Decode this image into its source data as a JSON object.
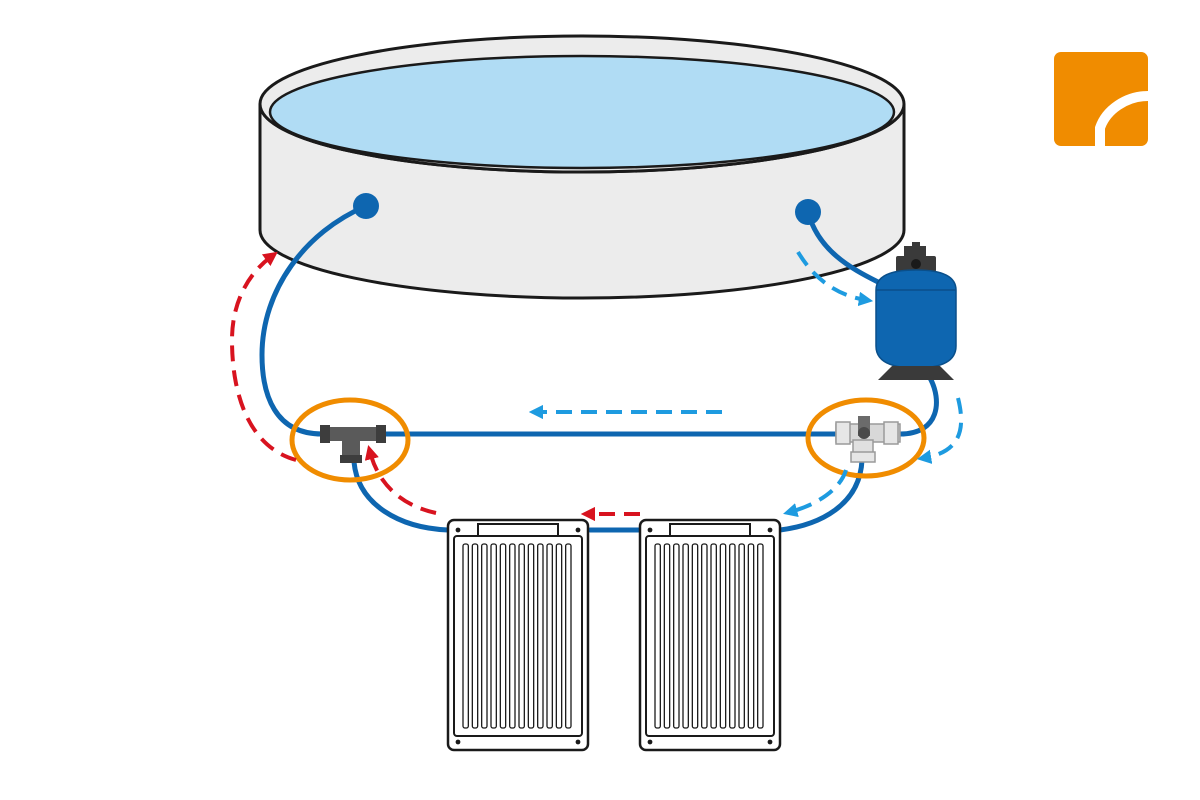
{
  "diagram": {
    "kind": "above-ground pool solar heating circuit",
    "text": [],
    "components": [
      {
        "id": "pool",
        "icon": "round-pool-icon"
      },
      {
        "id": "pool-outlet",
        "icon": "pipe-port-icon"
      },
      {
        "id": "pool-return",
        "icon": "pipe-port-icon"
      },
      {
        "id": "sand-filter",
        "icon": "filter-tank-icon"
      },
      {
        "id": "bypass-valve",
        "icon": "three-way-valve-icon"
      },
      {
        "id": "tee-fitting",
        "icon": "tee-connector-icon"
      },
      {
        "id": "solar-collector-1",
        "icon": "solar-panel-icon"
      },
      {
        "id": "solar-collector-2",
        "icon": "solar-panel-icon"
      }
    ],
    "highlights": [
      {
        "around": "tee-fitting",
        "color": "#f08c00"
      },
      {
        "around": "bypass-valve",
        "color": "#f08c00"
      }
    ],
    "flows": [
      {
        "state": "cold",
        "color": "#1e9be0",
        "path": [
          "pool-outlet",
          "sand-filter",
          "bypass-valve",
          "solar-collector-2"
        ]
      },
      {
        "state": "cold-bypass",
        "color": "#1e9be0",
        "path": [
          "bypass-valve",
          "tee-fitting"
        ]
      },
      {
        "state": "heated",
        "color": "#d8131f",
        "path": [
          "solar-collector-2",
          "solar-collector-1",
          "tee-fitting",
          "pool-return"
        ]
      }
    ]
  },
  "colors": {
    "pipe": "#0e66b0",
    "water": "#b0dcf4",
    "pool_wall": "#ececec",
    "filter": "#0e66b0",
    "accent": "#f08c00",
    "cold_flow": "#1e9be0",
    "hot_flow": "#d8131f",
    "outline": "#1a1a1a"
  },
  "brand": {
    "icon": "brand-corner-logo"
  }
}
